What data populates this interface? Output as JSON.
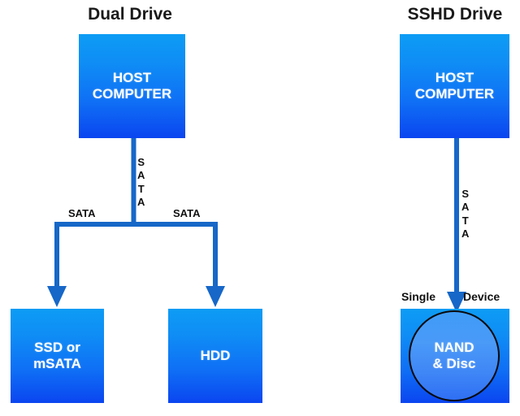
{
  "diagram": {
    "title_left": "Dual Drive",
    "title_right": "SSHD Drive",
    "accent_color": "#1667c8",
    "box_gradient_top": "#0d9cf5",
    "box_gradient_bottom": "#0b45f0",
    "circle_fill": "#4a9af8",
    "circle_stroke": "#0a0a0a",
    "text_color_on_box": "#ffffff",
    "label_color": "#111111",
    "background": "#ffffff"
  },
  "left_panel": {
    "title": "Dual Drive",
    "host_box": {
      "label": "HOST\nCOMPUTER"
    },
    "trunk_label": {
      "text": "SATA",
      "letters": [
        "S",
        "A",
        "T",
        "A"
      ]
    },
    "branches": [
      {
        "label": "SATA",
        "target_label": "SSD or\nmSATA"
      },
      {
        "label": "SATA",
        "target_label": "HDD"
      }
    ],
    "ssd_box": {
      "label": "SSD or\nmSATA"
    },
    "hdd_box": {
      "label": "HDD"
    }
  },
  "right_panel": {
    "title": "SSHD Drive",
    "host_box": {
      "label": "HOST\nCOMPUTER"
    },
    "trunk_label": {
      "text": "SATA",
      "letters": [
        "S",
        "A",
        "T",
        "A"
      ]
    },
    "single_device_label": {
      "left": "Single",
      "right": "Device"
    },
    "sshd_box": {
      "circle_label": "NAND\n& Disc"
    }
  }
}
